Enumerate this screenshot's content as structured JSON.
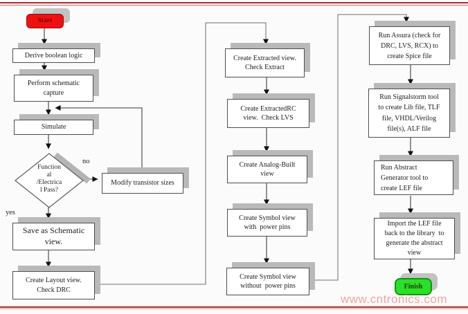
{
  "page": {
    "watermark": "www.cntronics.com",
    "colors": {
      "rule_red": "#a62b2b",
      "watermark_pink": "#f2a3a0",
      "start_red": "#ee1111",
      "finish_green": "#2ae02a",
      "shadow_gray": "#b9b9b9"
    }
  },
  "flow": {
    "start": {
      "label": "Start"
    },
    "finish": {
      "label": "Finish"
    },
    "decision": {
      "lines": [
        "Function",
        "al",
        "/Electrica",
        "l Pass?"
      ],
      "yes_label": "yes",
      "no_label": "no"
    },
    "nodes": {
      "derive": {
        "lines": [
          "Derive boolean logic"
        ]
      },
      "perform": {
        "lines": [
          "Perform schematic",
          "capture"
        ]
      },
      "simulate": {
        "lines": [
          "Simulate"
        ]
      },
      "modify": {
        "lines": [
          "Modify transistor sizes"
        ]
      },
      "save": {
        "lines": [
          "Save as Schematic",
          "view."
        ]
      },
      "layout": {
        "lines": [
          "Create Layout view.",
          "Check DRC"
        ]
      },
      "extract": {
        "lines": [
          "Create Extracted view.",
          "Check Extract"
        ]
      },
      "extractrc": {
        "lines": [
          "Create ExtractedRC",
          "view.  Check LVS"
        ]
      },
      "analog": {
        "lines": [
          "Create Analog-Built",
          "view"
        ]
      },
      "symwith": {
        "lines": [
          "Create Symbol view",
          "with  power pins"
        ]
      },
      "symwithout": {
        "lines": [
          "Create Symbol view",
          "without  power pins"
        ]
      },
      "assura": {
        "lines": [
          "Run Assura (check for",
          "DRC, LVS, RCX) to",
          "create Spice file"
        ]
      },
      "signalstorm": {
        "lines": [
          "Run Signalstorm tool",
          "to create Lib file, TLF",
          "file, VHDL/Verilog",
          "file(s), ALF file"
        ]
      },
      "abstract": {
        "lines": [
          "Run Abstract",
          "Generator tool to",
          "create LEF file"
        ]
      },
      "import": {
        "lines": [
          "Import the LEF file",
          "back to the library  to",
          "generate the abstract",
          "view"
        ]
      }
    },
    "edges": [
      {
        "from": "start",
        "to": "derive"
      },
      {
        "from": "derive",
        "to": "perform"
      },
      {
        "from": "perform",
        "to": "simulate"
      },
      {
        "from": "simulate",
        "to": "decision"
      },
      {
        "from": "decision",
        "to": "modify",
        "label": "no"
      },
      {
        "from": "modify",
        "to": "simulate"
      },
      {
        "from": "decision",
        "to": "save",
        "label": "yes"
      },
      {
        "from": "save",
        "to": "layout"
      },
      {
        "from": "layout",
        "to": "extract"
      },
      {
        "from": "extract",
        "to": "extractrc"
      },
      {
        "from": "extractrc",
        "to": "analog"
      },
      {
        "from": "analog",
        "to": "symwith"
      },
      {
        "from": "symwith",
        "to": "symwithout"
      },
      {
        "from": "symwithout",
        "to": "assura"
      },
      {
        "from": "assura",
        "to": "signalstorm"
      },
      {
        "from": "signalstorm",
        "to": "abstract"
      },
      {
        "from": "abstract",
        "to": "import"
      },
      {
        "from": "import",
        "to": "finish"
      }
    ]
  }
}
